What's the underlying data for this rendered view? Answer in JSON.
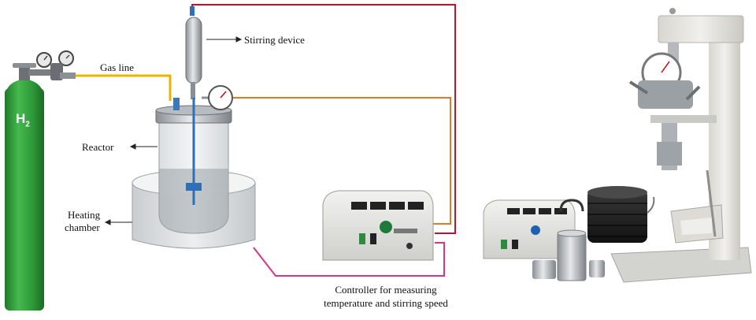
{
  "schematic": {
    "cylinder_label": "H",
    "cylinder_subscript": "2",
    "gas_line": "Gas line",
    "stirring_device": "Stirring device",
    "reactor": "Reactor",
    "heating_chamber_line1": "Heating",
    "heating_chamber_line2": "chamber",
    "controller_line1": "Controller for measuring",
    "controller_line2": "temperature and stirring speed"
  },
  "colors": {
    "cylinder_green": "#2e9a3a",
    "gas_line": "#e8b400",
    "stirrer_wire": "#c8102e",
    "gauge_wire": "#e07a2a",
    "heater_wire": "#d6358c",
    "stirrer_shaft": "#2f6fb5"
  }
}
